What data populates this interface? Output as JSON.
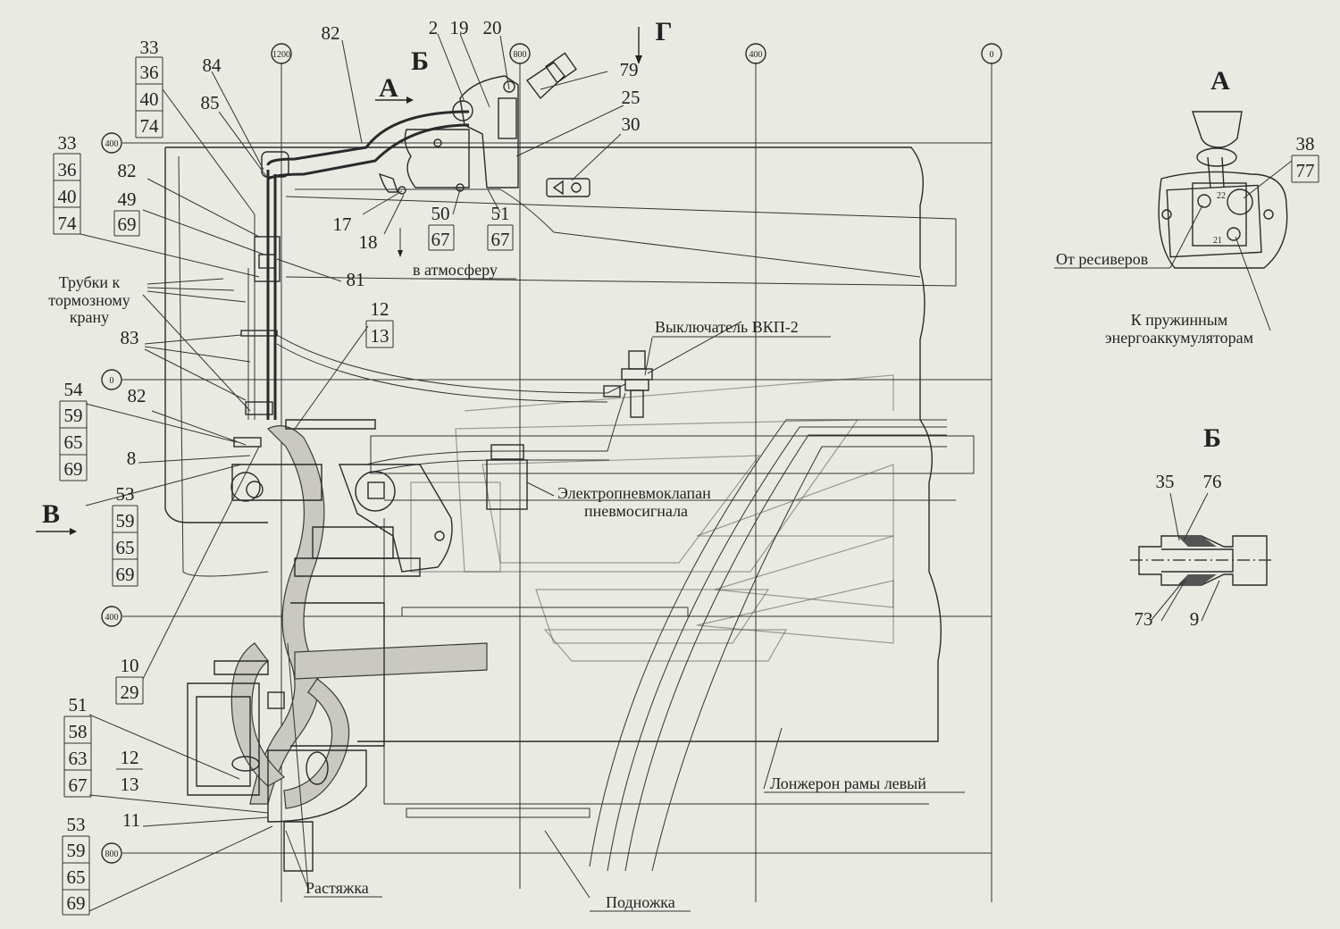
{
  "callouts": [
    {
      "id": "c33a",
      "nums": [
        "33",
        "36",
        "40",
        "74"
      ]
    },
    {
      "id": "c84",
      "nums": [
        "84"
      ]
    },
    {
      "id": "c85",
      "nums": [
        "85"
      ]
    },
    {
      "id": "c82a",
      "nums": [
        "82"
      ]
    },
    {
      "id": "c2",
      "nums": [
        "2"
      ]
    },
    {
      "id": "c19",
      "nums": [
        "19"
      ]
    },
    {
      "id": "c20",
      "nums": [
        "20"
      ]
    },
    {
      "id": "c79",
      "nums": [
        "79"
      ]
    },
    {
      "id": "c25",
      "nums": [
        "25"
      ]
    },
    {
      "id": "c30",
      "nums": [
        "30"
      ]
    },
    {
      "id": "c33b",
      "nums": [
        "33",
        "36",
        "40",
        "74"
      ]
    },
    {
      "id": "c82b",
      "nums": [
        "82"
      ]
    },
    {
      "id": "c49",
      "nums": [
        "49",
        "69"
      ]
    },
    {
      "id": "c17",
      "nums": [
        "17"
      ]
    },
    {
      "id": "c18",
      "nums": [
        "18"
      ]
    },
    {
      "id": "c50",
      "nums": [
        "50",
        "67"
      ]
    },
    {
      "id": "c51a",
      "nums": [
        "51",
        "67"
      ]
    },
    {
      "id": "c81",
      "nums": [
        "81"
      ]
    },
    {
      "id": "c12a",
      "nums": [
        "12",
        "13"
      ]
    },
    {
      "id": "c83",
      "nums": [
        "83"
      ]
    },
    {
      "id": "c54",
      "nums": [
        "54",
        "59",
        "65",
        "69"
      ]
    },
    {
      "id": "c82c",
      "nums": [
        "82"
      ]
    },
    {
      "id": "c8",
      "nums": [
        "8"
      ]
    },
    {
      "id": "c53a",
      "nums": [
        "53",
        "59",
        "65",
        "69"
      ]
    },
    {
      "id": "c10",
      "nums": [
        "10",
        "29"
      ]
    },
    {
      "id": "c51b",
      "nums": [
        "51",
        "58",
        "63",
        "67"
      ]
    },
    {
      "id": "c12b",
      "nums": [
        "12",
        "13"
      ]
    },
    {
      "id": "c11",
      "nums": [
        "11"
      ]
    },
    {
      "id": "c53b",
      "nums": [
        "53",
        "59",
        "65",
        "69"
      ]
    },
    {
      "id": "c38",
      "nums": [
        "38",
        "77"
      ]
    },
    {
      "id": "c35",
      "nums": [
        "35"
      ]
    },
    {
      "id": "c76",
      "nums": [
        "76"
      ]
    },
    {
      "id": "c73",
      "nums": [
        "73"
      ]
    },
    {
      "id": "c9",
      "nums": [
        "9"
      ]
    }
  ],
  "axis_marks": {
    "v1200": "1200",
    "v800": "800",
    "v400": "400",
    "v0": "0",
    "h400": "400",
    "h0": "0",
    "h400b": "400",
    "h800": "800"
  },
  "view_letters": {
    "A_arrow": "А",
    "B_arrow": "Б",
    "G_arrow": "Г",
    "V_arrow": "В",
    "A_title": "А",
    "B_title": "Б"
  },
  "labels": {
    "to_atmosphere": "в атмосферу",
    "tubes_line1": "Трубки к",
    "tubes_line2": "тормозному",
    "tubes_line3": "крану",
    "switch": "Выключатель ВКП-2",
    "valve_line1": "Электропневмоклапан",
    "valve_line2": "пневмосигнала",
    "frame_rail": "Лонжерон рамы левый",
    "step": "Подножка",
    "brace": "Растяжка",
    "from_receivers": "От ресиверов",
    "to_spring_line1": "К пружинным",
    "to_spring_line2": "энергоаккумуляторам",
    "port22": "22",
    "port21": "21"
  },
  "colors": {
    "background": "#e9ebe3",
    "ink": "#2a2a2a"
  }
}
